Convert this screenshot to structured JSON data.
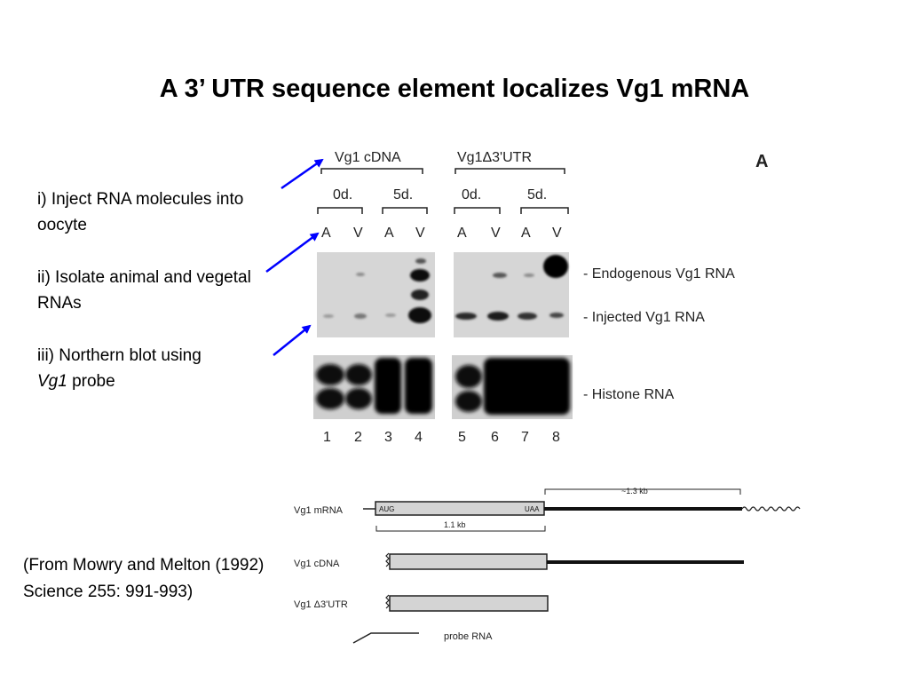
{
  "slide": {
    "title": "A 3’ UTR sequence element localizes Vg1 mRNA",
    "steps": [
      {
        "label": "i) Inject RNA molecules into oocyte"
      },
      {
        "label": "ii) Isolate animal and vegetal RNAs"
      },
      {
        "label_prefix": "iii) Northern blot using",
        "label_italic": "Vg1",
        "label_suffix": " probe"
      }
    ],
    "citation": "(From Mowry and Melton (1992) Science 255: 991-993)",
    "arrow_color": "#0000ff"
  },
  "figure": {
    "panel_letter": "A",
    "constructs": [
      "Vg1 cDNA",
      "Vg1Δ3'UTR"
    ],
    "timepoints": [
      "0d.",
      "5d.",
      "0d.",
      "5d."
    ],
    "poles": [
      "A",
      "V",
      "A",
      "V",
      "A",
      "V",
      "A",
      "V"
    ],
    "band_labels": [
      "- Endogenous Vg1 RNA",
      "- Injected Vg1 RNA",
      "- Histone RNA"
    ],
    "lane_numbers": [
      "1",
      "2",
      "3",
      "4",
      "5",
      "6",
      "7",
      "8"
    ],
    "schematic": {
      "rows": [
        "Vg1 mRNA",
        "Vg1 cDNA",
        "Vg1 Δ3'UTR"
      ],
      "start_codon": "AUG",
      "stop_codon": "UAA",
      "utr_length": "~1.3 kb",
      "coding_length": "1.1 kb",
      "probe_label": "probe RNA"
    }
  }
}
